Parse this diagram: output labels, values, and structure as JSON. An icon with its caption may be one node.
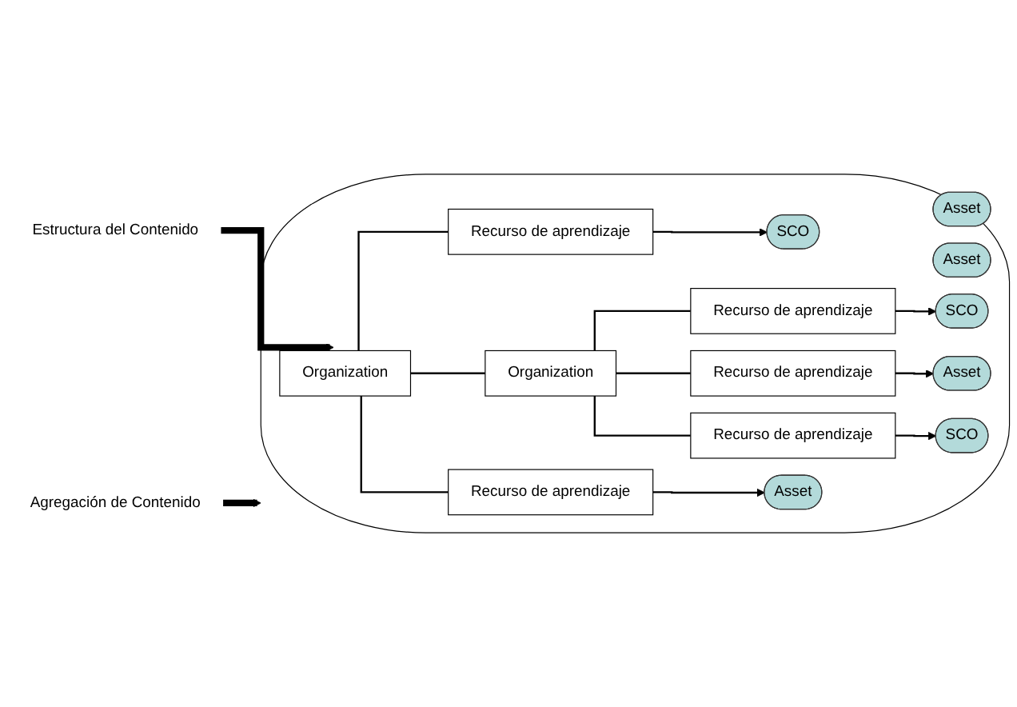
{
  "diagram": {
    "nodes": [
      {
        "text": [
          "Estructura del Contenido"
        ]
      },
      {
        "text": [
          "Agregación de Contenido"
        ]
      },
      {
        "text": [],
        "shape": "ellipse"
      },
      {
        "text": [
          "Organization"
        ],
        "in": 2
      },
      {
        "text": [
          "Recurso de aprendizaje"
        ],
        "in": 2
      },
      {
        "text": [
          "SCO"
        ],
        "in": 2
      },
      {
        "text": [
          "Asset"
        ],
        "in": 2
      },
      {
        "text": [
          "Asset"
        ],
        "in": 2
      },
      {
        "text": [
          "Organization"
        ],
        "in": 2
      },
      {
        "text": [
          "Recurso de aprendizaje"
        ],
        "in": 2
      },
      {
        "text": [
          "SCO"
        ],
        "in": 2
      },
      {
        "text": [
          "Recurso de aprendizaje"
        ],
        "in": 2
      },
      {
        "text": [
          "Asset"
        ],
        "in": 2
      },
      {
        "text": [
          "Recurso de aprendizaje"
        ],
        "in": 2
      },
      {
        "text": [
          "SCO"
        ],
        "in": 2
      },
      {
        "text": [
          "Recurso de aprendizaje"
        ],
        "in": 2
      },
      {
        "text": [
          "Asset"
        ],
        "in": 2
      }
    ],
    "edges": [
      {
        "from": 0,
        "to": 3,
        "arrow": "to",
        "style": "thick"
      },
      {
        "from": 1,
        "to": 2,
        "arrow": "to",
        "style": "thick"
      },
      {
        "from": 3,
        "to": 4,
        "arrow": "none"
      },
      {
        "from": 3,
        "to": 8,
        "arrow": "none"
      },
      {
        "from": 3,
        "to": 15,
        "arrow": "none"
      },
      {
        "from": 8,
        "to": 9,
        "arrow": "none"
      },
      {
        "from": 8,
        "to": 11,
        "arrow": "none"
      },
      {
        "from": 8,
        "to": 13,
        "arrow": "none"
      },
      {
        "from": 4,
        "to": 5,
        "arrow": "to"
      },
      {
        "from": 9,
        "to": 10,
        "arrow": "to"
      },
      {
        "from": 11,
        "to": 12,
        "arrow": "to"
      },
      {
        "from": 13,
        "to": 14,
        "arrow": "to"
      },
      {
        "from": 15,
        "to": 16,
        "arrow": "to"
      }
    ]
  }
}
